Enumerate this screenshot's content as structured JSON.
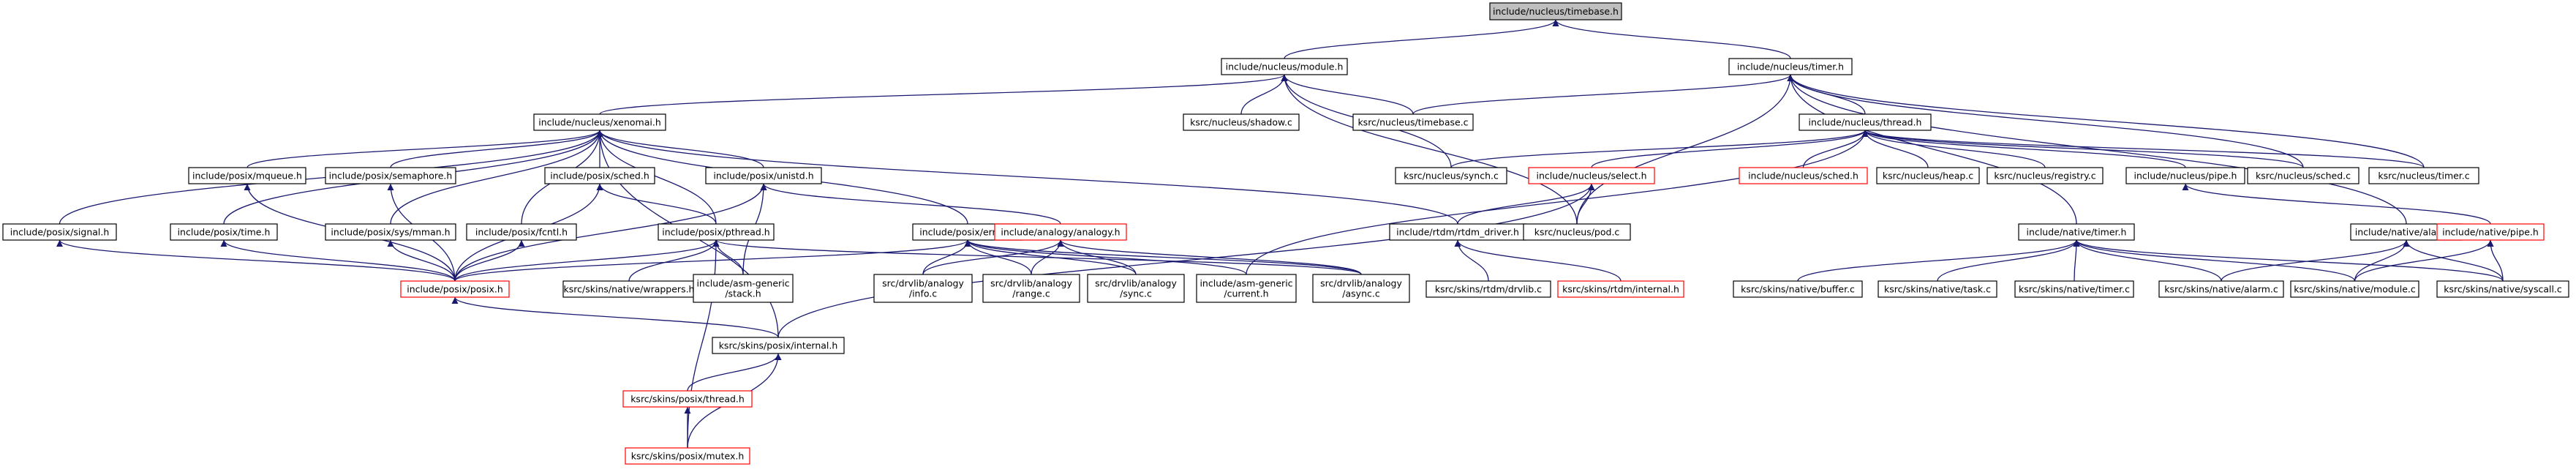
{
  "colors": {
    "edge": "#191970",
    "normal_border": "#000000",
    "missing_border": "#ff0000",
    "root_fill": "#bfbfbf",
    "node_fill": "#ffffff"
  },
  "nodes": [
    {
      "id": "timebase_h",
      "label": "include/nucleus/timebase.h",
      "kind": "root"
    },
    {
      "id": "module_h",
      "label": "include/nucleus/module.h",
      "kind": "normal"
    },
    {
      "id": "timer_h",
      "label": "include/nucleus/timer.h",
      "kind": "normal"
    },
    {
      "id": "xenomai_h",
      "label": "include/nucleus/xenomai.h",
      "kind": "normal"
    },
    {
      "id": "shadow_c",
      "label": "ksrc/nucleus/shadow.c",
      "kind": "normal"
    },
    {
      "id": "timebase_c",
      "label": "ksrc/nucleus/timebase.c",
      "kind": "normal"
    },
    {
      "id": "thread_h",
      "label": "include/nucleus/thread.h",
      "kind": "normal"
    },
    {
      "id": "mqueue_h",
      "label": "include/posix/mqueue.h",
      "kind": "normal"
    },
    {
      "id": "semaphore_h",
      "label": "include/posix/semaphore.h",
      "kind": "normal"
    },
    {
      "id": "sched_h",
      "label": "include/posix/sched.h",
      "kind": "normal"
    },
    {
      "id": "unistd_h",
      "label": "include/posix/unistd.h",
      "kind": "normal"
    },
    {
      "id": "synch_c",
      "label": "ksrc/nucleus/synch.c",
      "kind": "normal"
    },
    {
      "id": "select_h",
      "label": "include/nucleus/select.h",
      "kind": "missing"
    },
    {
      "id": "nsched_h",
      "label": "include/nucleus/sched.h",
      "kind": "missing"
    },
    {
      "id": "heap_c",
      "label": "ksrc/nucleus/heap.c",
      "kind": "normal"
    },
    {
      "id": "registry_c",
      "label": "ksrc/nucleus/registry.c",
      "kind": "normal"
    },
    {
      "id": "pipe_h",
      "label": "include/nucleus/pipe.h",
      "kind": "normal"
    },
    {
      "id": "sched_c",
      "label": "ksrc/nucleus/sched.c",
      "kind": "normal"
    },
    {
      "id": "timer_c",
      "label": "ksrc/nucleus/timer.c",
      "kind": "normal"
    },
    {
      "id": "signal_h",
      "label": "include/posix/signal.h",
      "kind": "normal"
    },
    {
      "id": "time_h",
      "label": "include/posix/time.h",
      "kind": "normal"
    },
    {
      "id": "mman_h",
      "label": "include/posix/sys/mman.h",
      "kind": "normal"
    },
    {
      "id": "fcntl_h",
      "label": "include/posix/fcntl.h",
      "kind": "normal"
    },
    {
      "id": "pthread_h",
      "label": "include/posix/pthread.h",
      "kind": "normal"
    },
    {
      "id": "errno_h",
      "label": "include/posix/errno.h",
      "kind": "normal"
    },
    {
      "id": "analogy_h",
      "label": "include/analogy/analogy.h",
      "kind": "missing"
    },
    {
      "id": "rtdm_driver_h",
      "label": "include/rtdm/rtdm_driver.h",
      "kind": "normal"
    },
    {
      "id": "pod_c",
      "label": "ksrc/nucleus/pod.c",
      "kind": "normal"
    },
    {
      "id": "ntimer_h",
      "label": "include/native/timer.h",
      "kind": "normal"
    },
    {
      "id": "alarm_h",
      "label": "include/native/alarm.h",
      "kind": "normal"
    },
    {
      "id": "npipe_h",
      "label": "include/native/pipe.h",
      "kind": "missing"
    },
    {
      "id": "posix_h",
      "label": "include/posix/posix.h",
      "kind": "missing"
    },
    {
      "id": "wrappers_h",
      "label": "ksrc/skins/native/wrappers.h",
      "kind": "normal"
    },
    {
      "id": "stack_h",
      "label": "include/asm-generic\n/stack.h",
      "kind": "normal"
    },
    {
      "id": "info_c",
      "label": "src/drvlib/analogy\n/info.c",
      "kind": "normal"
    },
    {
      "id": "range_c",
      "label": "src/drvlib/analogy\n/range.c",
      "kind": "normal"
    },
    {
      "id": "sync_c",
      "label": "src/drvlib/analogy\n/sync.c",
      "kind": "normal"
    },
    {
      "id": "current_h",
      "label": "include/asm-generic\n/current.h",
      "kind": "normal"
    },
    {
      "id": "async_c",
      "label": "src/drvlib/analogy\n/async.c",
      "kind": "normal"
    },
    {
      "id": "rtdm_drvlib_c",
      "label": "ksrc/skins/rtdm/drvlib.c",
      "kind": "normal"
    },
    {
      "id": "rtdm_internal_h",
      "label": "ksrc/skins/rtdm/internal.h",
      "kind": "missing"
    },
    {
      "id": "buffer_c",
      "label": "ksrc/skins/native/buffer.c",
      "kind": "normal"
    },
    {
      "id": "task_c",
      "label": "ksrc/skins/native/task.c",
      "kind": "normal"
    },
    {
      "id": "ntimer_c",
      "label": "ksrc/skins/native/timer.c",
      "kind": "normal"
    },
    {
      "id": "nalarm_c",
      "label": "ksrc/skins/native/alarm.c",
      "kind": "normal"
    },
    {
      "id": "nmodule_c",
      "label": "ksrc/skins/native/module.c",
      "kind": "normal"
    },
    {
      "id": "syscall_c",
      "label": "ksrc/skins/native/syscall.c",
      "kind": "normal"
    },
    {
      "id": "pinternal_h",
      "label": "ksrc/skins/posix/internal.h",
      "kind": "normal"
    },
    {
      "id": "pthread_kh",
      "label": "ksrc/skins/posix/thread.h",
      "kind": "missing"
    },
    {
      "id": "mutex_h",
      "label": "ksrc/skins/posix/mutex.h",
      "kind": "missing"
    }
  ],
  "edges": [
    [
      "timebase_h",
      "module_h"
    ],
    [
      "timebase_h",
      "timer_h"
    ],
    [
      "module_h",
      "xenomai_h"
    ],
    [
      "module_h",
      "shadow_c"
    ],
    [
      "module_h",
      "timebase_c"
    ],
    [
      "module_h",
      "synch_c"
    ],
    [
      "module_h",
      "pod_c"
    ],
    [
      "timer_h",
      "timebase_c"
    ],
    [
      "timer_h",
      "thread_h"
    ],
    [
      "timer_h",
      "sched_c"
    ],
    [
      "timer_h",
      "timer_c"
    ],
    [
      "timer_h",
      "pod_c"
    ],
    [
      "timer_h",
      "ntimer_h"
    ],
    [
      "timer_h",
      "alarm_h"
    ],
    [
      "xenomai_h",
      "signal_h"
    ],
    [
      "xenomai_h",
      "time_h"
    ],
    [
      "xenomai_h",
      "mqueue_h"
    ],
    [
      "xenomai_h",
      "semaphore_h"
    ],
    [
      "xenomai_h",
      "sched_h"
    ],
    [
      "xenomai_h",
      "unistd_h"
    ],
    [
      "xenomai_h",
      "mman_h"
    ],
    [
      "xenomai_h",
      "fcntl_h"
    ],
    [
      "xenomai_h",
      "pthread_h"
    ],
    [
      "xenomai_h",
      "errno_h"
    ],
    [
      "xenomai_h",
      "rtdm_driver_h"
    ],
    [
      "xenomai_h",
      "pinternal_h"
    ],
    [
      "thread_h",
      "synch_c"
    ],
    [
      "thread_h",
      "select_h"
    ],
    [
      "thread_h",
      "nsched_h"
    ],
    [
      "thread_h",
      "heap_c"
    ],
    [
      "thread_h",
      "registry_c"
    ],
    [
      "thread_h",
      "pipe_h"
    ],
    [
      "thread_h",
      "sched_c"
    ],
    [
      "thread_h",
      "timer_c"
    ],
    [
      "thread_h",
      "current_h"
    ],
    [
      "select_h",
      "rtdm_driver_h"
    ],
    [
      "select_h",
      "pod_c"
    ],
    [
      "select_h",
      "pinternal_h"
    ],
    [
      "pipe_h",
      "npipe_h"
    ],
    [
      "mqueue_h",
      "posix_h"
    ],
    [
      "semaphore_h",
      "posix_h"
    ],
    [
      "signal_h",
      "posix_h"
    ],
    [
      "time_h",
      "posix_h"
    ],
    [
      "mman_h",
      "posix_h"
    ],
    [
      "fcntl_h",
      "posix_h"
    ],
    [
      "sched_h",
      "posix_h"
    ],
    [
      "sched_h",
      "pthread_h"
    ],
    [
      "unistd_h",
      "posix_h"
    ],
    [
      "unistd_h",
      "stack_h"
    ],
    [
      "unistd_h",
      "analogy_h"
    ],
    [
      "pthread_h",
      "posix_h"
    ],
    [
      "pthread_h",
      "wrappers_h"
    ],
    [
      "pthread_h",
      "stack_h"
    ],
    [
      "pthread_h",
      "async_c"
    ],
    [
      "pthread_h",
      "mutex_h"
    ],
    [
      "errno_h",
      "posix_h"
    ],
    [
      "errno_h",
      "info_c"
    ],
    [
      "errno_h",
      "range_c"
    ],
    [
      "errno_h",
      "sync_c"
    ],
    [
      "errno_h",
      "current_h"
    ],
    [
      "errno_h",
      "async_c"
    ],
    [
      "analogy_h",
      "info_c"
    ],
    [
      "analogy_h",
      "range_c"
    ],
    [
      "analogy_h",
      "sync_c"
    ],
    [
      "analogy_h",
      "async_c"
    ],
    [
      "rtdm_driver_h",
      "rtdm_drvlib_c"
    ],
    [
      "rtdm_driver_h",
      "rtdm_internal_h"
    ],
    [
      "ntimer_h",
      "buffer_c"
    ],
    [
      "ntimer_h",
      "task_c"
    ],
    [
      "ntimer_h",
      "ntimer_c"
    ],
    [
      "ntimer_h",
      "nalarm_c"
    ],
    [
      "ntimer_h",
      "nmodule_c"
    ],
    [
      "ntimer_h",
      "syscall_c"
    ],
    [
      "alarm_h",
      "nalarm_c"
    ],
    [
      "alarm_h",
      "nmodule_c"
    ],
    [
      "alarm_h",
      "syscall_c"
    ],
    [
      "npipe_h",
      "nmodule_c"
    ],
    [
      "npipe_h",
      "syscall_c"
    ],
    [
      "posix_h",
      "pinternal_h"
    ],
    [
      "pinternal_h",
      "pthread_kh"
    ],
    [
      "pinternal_h",
      "mutex_h"
    ],
    [
      "pthread_kh",
      "mutex_h"
    ]
  ]
}
